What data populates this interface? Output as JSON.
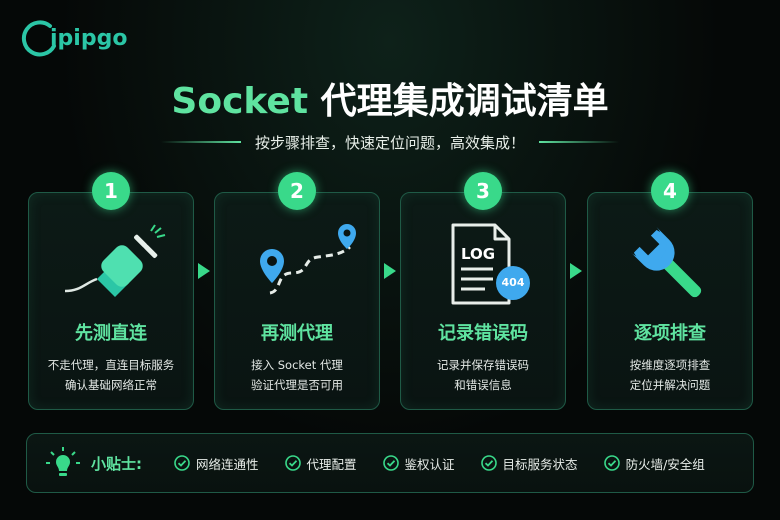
{
  "brand": {
    "logo_text": "ipipgo"
  },
  "header": {
    "title_accent": "Socket",
    "title_rest": " 代理集成调试清单",
    "subtitle": "按步骤排查，快速定位问题，高效集成！"
  },
  "steps": [
    {
      "number": "1",
      "title": "先测直连",
      "desc_lines": [
        "不走代理，直连目标服务",
        "确认基础网络正常"
      ],
      "icon": "plug-icon"
    },
    {
      "number": "2",
      "title": "再测代理",
      "desc_lines": [
        "接入 Socket 代理",
        "验证代理是否可用"
      ],
      "icon": "route-pin-icon"
    },
    {
      "number": "3",
      "title": "记录错误码",
      "desc_lines": [
        "记录并保存错误码",
        "和错误信息"
      ],
      "icon": "log-file-icon",
      "log_label": "LOG",
      "badge": "404"
    },
    {
      "number": "4",
      "title": "逐项排查",
      "desc_lines": [
        "按维度逐项排查",
        "定位并解决问题"
      ],
      "icon": "wrench-icon"
    }
  ],
  "tips": {
    "label": "小贴士:",
    "items": [
      "网络连通性",
      "代理配置",
      "鉴权认证",
      "目标服务状态",
      "防火墙/安全组"
    ]
  },
  "colors": {
    "accent": "#5fe3a0",
    "step_circle": "#39d98a",
    "brand": "#2bc6a6",
    "blue": "#3fa9ee"
  }
}
